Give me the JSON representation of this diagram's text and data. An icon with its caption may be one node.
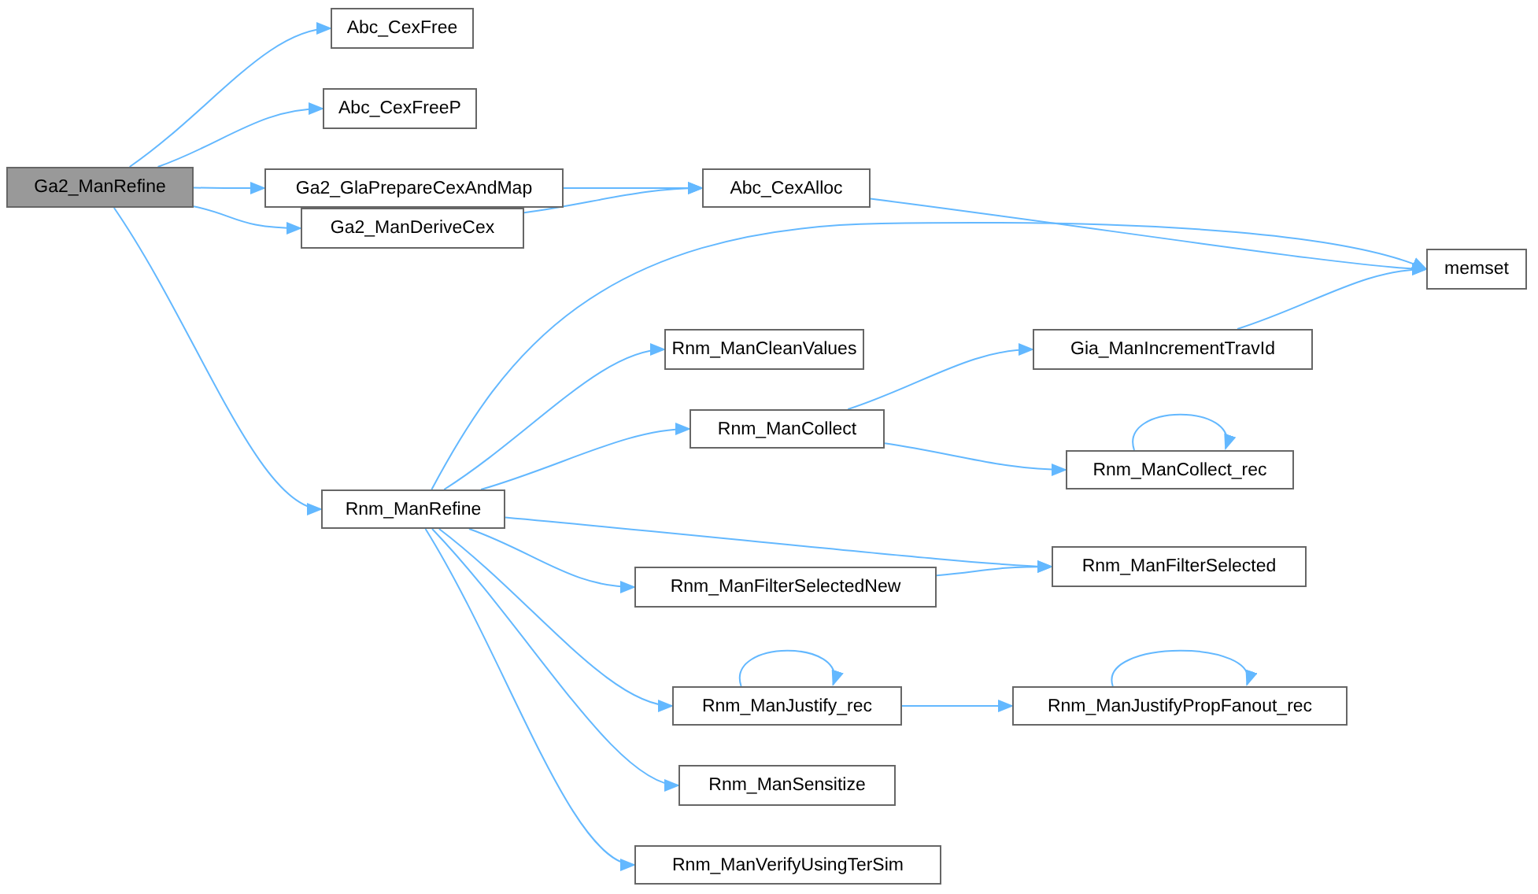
{
  "diagram": {
    "nodes": [
      {
        "text": [
          "Ga2_ManRefine"
        ]
      },
      {
        "text": [
          "Abc_CexFree"
        ]
      },
      {
        "text": [
          "Abc_CexFreeP"
        ]
      },
      {
        "text": [
          "Ga2_GlaPrepareCexAndMap"
        ]
      },
      {
        "text": [
          "Abc_CexAlloc"
        ]
      },
      {
        "text": [
          "Ga2_ManDeriveCex"
        ]
      },
      {
        "text": [
          "memset"
        ]
      },
      {
        "text": [
          "Rnm_ManRefine"
        ]
      },
      {
        "text": [
          "Rnm_ManCleanValues"
        ]
      },
      {
        "text": [
          "Gia_ManIncrementTravId"
        ]
      },
      {
        "text": [
          "Rnm_ManCollect"
        ]
      },
      {
        "text": [
          "Rnm_ManCollect_rec"
        ]
      },
      {
        "text": [
          "Rnm_ManFilterSelected"
        ]
      },
      {
        "text": [
          "Rnm_ManFilterSelectedNew"
        ]
      },
      {
        "text": [
          "Rnm_ManJustify_rec"
        ]
      },
      {
        "text": [
          "Rnm_ManJustifyPropFanout_rec"
        ]
      },
      {
        "text": [
          "Rnm_ManSensitize"
        ]
      },
      {
        "text": [
          "Rnm_ManVerifyUsingTerSim"
        ]
      }
    ],
    "edges": [
      {
        "from": 0,
        "to": 1,
        "arrow": "to"
      },
      {
        "from": 0,
        "to": 2,
        "arrow": "to"
      },
      {
        "from": 0,
        "to": 3,
        "arrow": "to"
      },
      {
        "from": 0,
        "to": 5,
        "arrow": "to"
      },
      {
        "from": 0,
        "to": 7,
        "arrow": "to"
      },
      {
        "from": 3,
        "to": 4,
        "arrow": "to"
      },
      {
        "from": 5,
        "to": 4,
        "arrow": "to"
      },
      {
        "from": 4,
        "to": 6,
        "arrow": "to"
      },
      {
        "from": 7,
        "to": 6,
        "arrow": "to"
      },
      {
        "from": 7,
        "to": 8,
        "arrow": "to"
      },
      {
        "from": 7,
        "to": 10,
        "arrow": "to"
      },
      {
        "from": 7,
        "to": 12,
        "arrow": "to"
      },
      {
        "from": 7,
        "to": 13,
        "arrow": "to"
      },
      {
        "from": 7,
        "to": 14,
        "arrow": "to"
      },
      {
        "from": 7,
        "to": 16,
        "arrow": "to"
      },
      {
        "from": 7,
        "to": 17,
        "arrow": "to"
      },
      {
        "from": 10,
        "to": 9,
        "arrow": "to"
      },
      {
        "from": 10,
        "to": 11,
        "arrow": "to"
      },
      {
        "from": 9,
        "to": 6,
        "arrow": "to"
      },
      {
        "from": 11,
        "to": 11,
        "arrow": "to"
      },
      {
        "from": 13,
        "to": 12,
        "arrow": "to"
      },
      {
        "from": 14,
        "to": 14,
        "arrow": "to"
      },
      {
        "from": 14,
        "to": 15,
        "arrow": "to"
      },
      {
        "from": 15,
        "to": 15,
        "arrow": "to"
      }
    ]
  }
}
